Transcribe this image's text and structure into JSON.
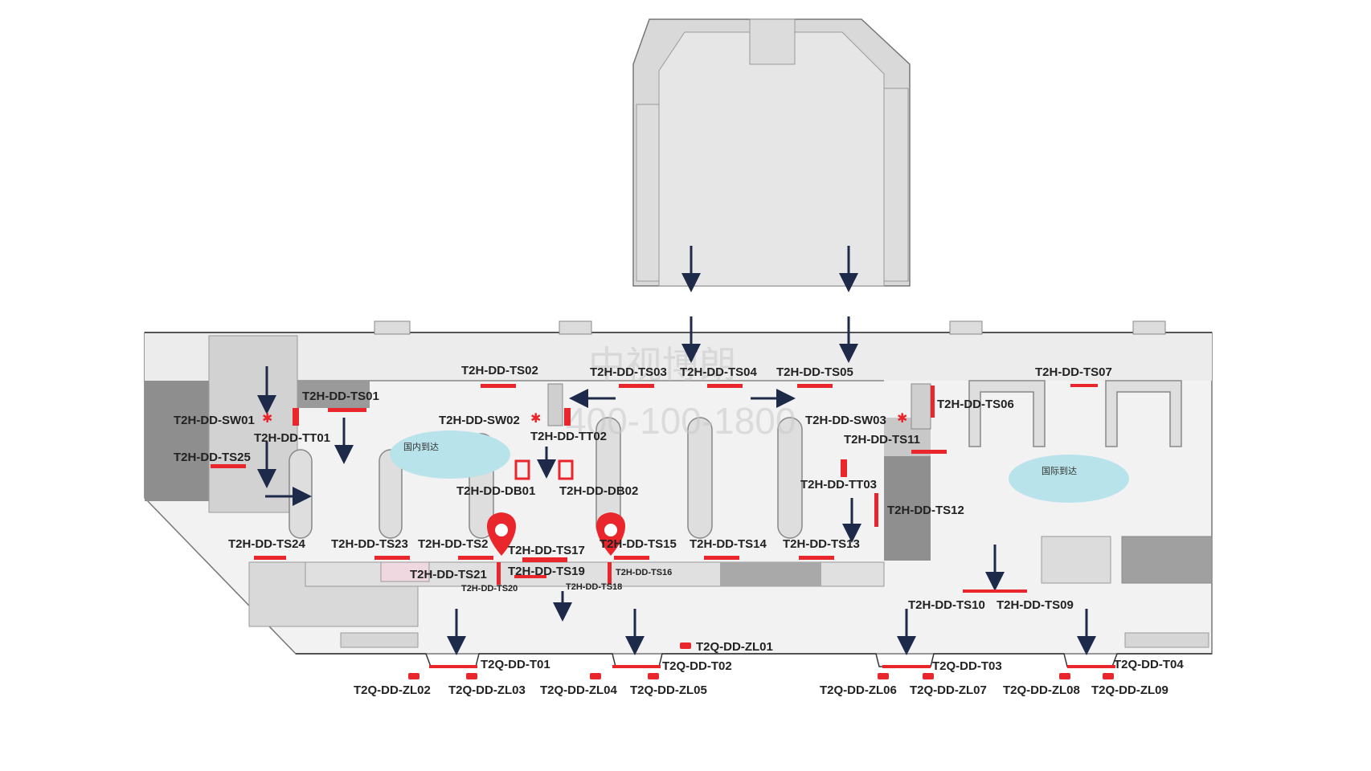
{
  "zones": [
    {
      "key": "domestic",
      "text": "国内到达"
    },
    {
      "key": "international",
      "text": "国际到达"
    }
  ],
  "watermark": {
    "line1": "中视博朗",
    "line2": "400-100-1800"
  },
  "labels": {
    "TS01": "T2H-DD-TS01",
    "TS02": "T2H-DD-TS02",
    "TS03": "T2H-DD-TS03",
    "TS04": "T2H-DD-TS04",
    "TS05": "T2H-DD-TS05",
    "TS06": "T2H-DD-TS06",
    "TS07": "T2H-DD-TS07",
    "TS09": "T2H-DD-TS09",
    "TS10": "T2H-DD-TS10",
    "TS11": "T2H-DD-TS11",
    "TS12": "T2H-DD-TS12",
    "TS13": "T2H-DD-TS13",
    "TS14": "T2H-DD-TS14",
    "TS15": "T2H-DD-TS15",
    "TS16": "T2H-DD-TS16",
    "TS17": "T2H-DD-TS17",
    "TS18": "T2H-DD-TS18",
    "TS19": "T2H-DD-TS19",
    "TS20": "T2H-DD-TS20",
    "TS21": "T2H-DD-TS21",
    "TS22": "T2H-DD-TS2",
    "TS23": "T2H-DD-TS23",
    "TS24": "T2H-DD-TS24",
    "TS25": "T2H-DD-TS25",
    "SW01": "T2H-DD-SW01",
    "SW02": "T2H-DD-SW02",
    "SW03": "T2H-DD-SW03",
    "TT01": "T2H-DD-TT01",
    "TT02": "T2H-DD-TT02",
    "TT03": "T2H-DD-TT03",
    "DB01": "T2H-DD-DB01",
    "DB02": "T2H-DD-DB02",
    "T01": "T2Q-DD-T01",
    "T02": "T2Q-DD-T02",
    "T03": "T2Q-DD-T03",
    "T04": "T2Q-DD-T04",
    "ZL01": "T2Q-DD-ZL01",
    "ZL02": "T2Q-DD-ZL02",
    "ZL03": "T2Q-DD-ZL03",
    "ZL04": "T2Q-DD-ZL04",
    "ZL05": "T2Q-DD-ZL05",
    "ZL06": "T2Q-DD-ZL06",
    "ZL07": "T2Q-DD-ZL07",
    "ZL08": "T2Q-DD-ZL08",
    "ZL09": "T2Q-DD-ZL09"
  },
  "colors": {
    "accent": "#e8262b",
    "arrow": "#1e2a4a",
    "zone_fill": "#b8e3ea",
    "floor": "#f2f2f2",
    "wall": "#9a9a9a"
  },
  "icons": [
    "location-pin-icon",
    "arrow-icon",
    "spark-icon"
  ]
}
